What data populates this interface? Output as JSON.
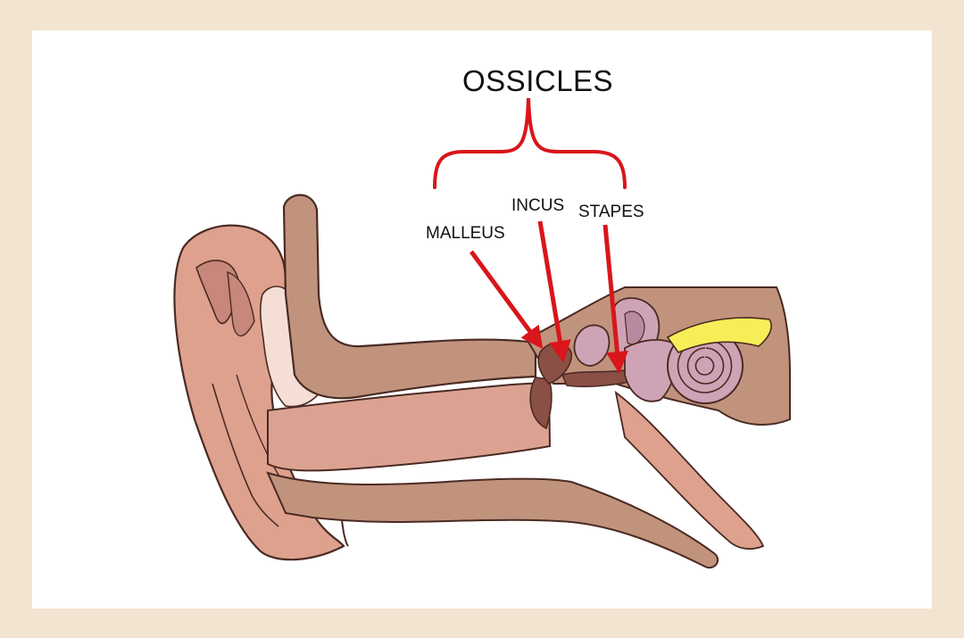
{
  "diagram": {
    "title": "OSSICLES",
    "labels": {
      "malleus": "MALLEUS",
      "incus": "INCUS",
      "stapes": "STAPES"
    },
    "colors": {
      "background": "#f2e4d1",
      "panel": "#ffffff",
      "ear_skin": "#dea18e",
      "canal": "#c1937d",
      "cartilage": "#f5ded6",
      "ossicle": "#8a4f45",
      "cochlea": "#cfa3b6",
      "nerve": "#f6ee57",
      "outline": "#4a2a23",
      "arrow": "#d8161b"
    }
  }
}
